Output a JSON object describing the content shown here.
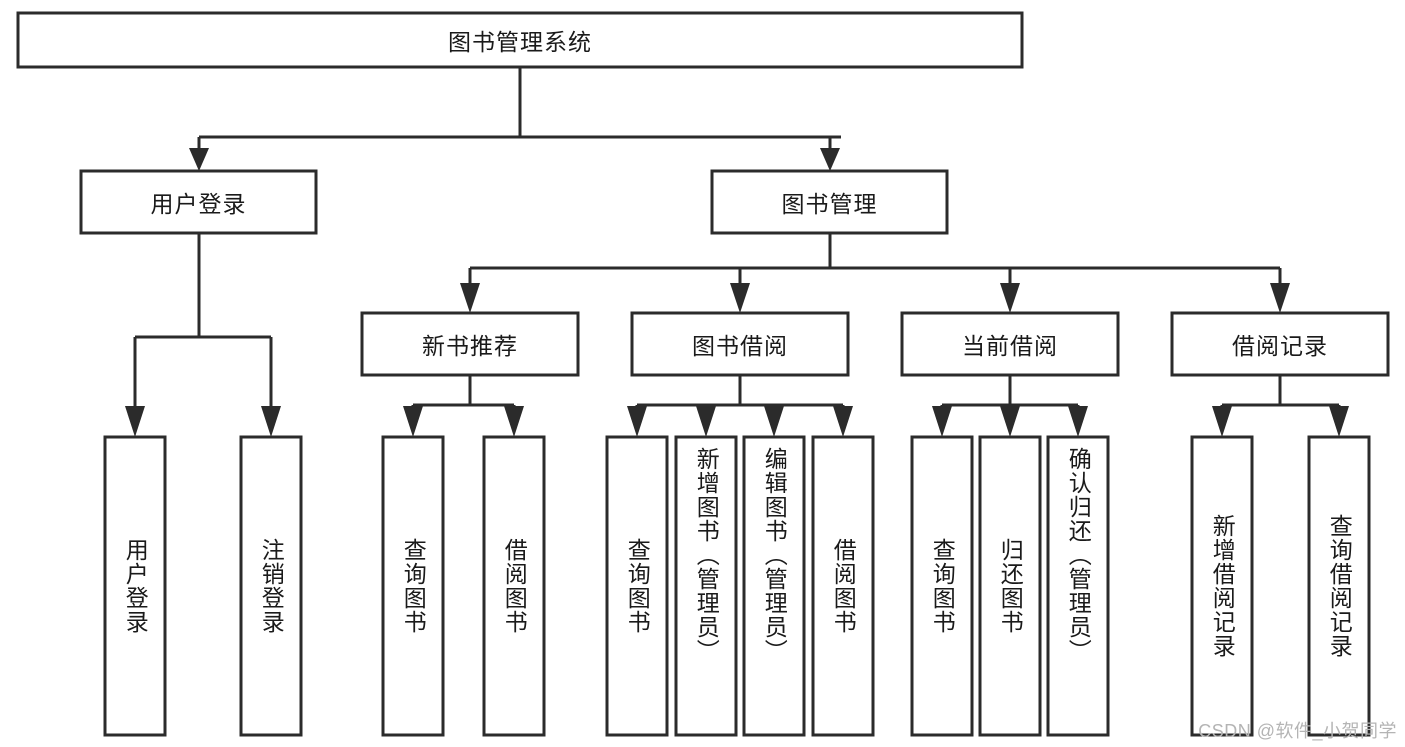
{
  "diagram": {
    "type": "tree-hierarchy",
    "title": "图书管理系统",
    "root": {
      "label": "图书管理系统",
      "orientation": "horizontal"
    },
    "level2": [
      {
        "label": "用户登录",
        "orientation": "horizontal"
      },
      {
        "label": "图书管理",
        "orientation": "horizontal"
      }
    ],
    "level3": [
      {
        "label": "新书推荐",
        "orientation": "horizontal"
      },
      {
        "label": "图书借阅",
        "orientation": "horizontal"
      },
      {
        "label": "当前借阅",
        "orientation": "horizontal"
      },
      {
        "label": "借阅记录",
        "orientation": "horizontal"
      }
    ],
    "leaves": [
      {
        "label": "用户登录",
        "orientation": "vertical",
        "parent": "用户登录"
      },
      {
        "label": "注销登录",
        "orientation": "vertical",
        "parent": "用户登录"
      },
      {
        "label": "查询图书",
        "orientation": "vertical",
        "parent": "新书推荐"
      },
      {
        "label": "借阅图书",
        "orientation": "vertical",
        "parent": "新书推荐"
      },
      {
        "label": "查询图书",
        "orientation": "vertical",
        "parent": "图书借阅"
      },
      {
        "label": "新增图书（管理员）",
        "orientation": "vertical",
        "parent": "图书借阅"
      },
      {
        "label": "编辑图书（管理员）",
        "orientation": "vertical",
        "parent": "图书借阅"
      },
      {
        "label": "借阅图书",
        "orientation": "vertical",
        "parent": "图书借阅"
      },
      {
        "label": "查询图书",
        "orientation": "vertical",
        "parent": "当前借阅"
      },
      {
        "label": "归还图书",
        "orientation": "vertical",
        "parent": "当前借阅"
      },
      {
        "label": "确认归还（管理员）",
        "orientation": "vertical",
        "parent": "当前借阅"
      },
      {
        "label": "新增借阅记录",
        "orientation": "vertical",
        "parent": "借阅记录"
      },
      {
        "label": "查询借阅记录",
        "orientation": "vertical",
        "parent": "借阅记录"
      }
    ],
    "colors": {
      "box_stroke": "#2b2b2b",
      "box_fill": "#ffffff",
      "connector": "#2b2b2b",
      "text": "#1a1a1a",
      "watermark": "#b4b4b4",
      "background": "#ffffff"
    }
  },
  "watermark": {
    "text": "CSDN @软件_小贺同学"
  }
}
